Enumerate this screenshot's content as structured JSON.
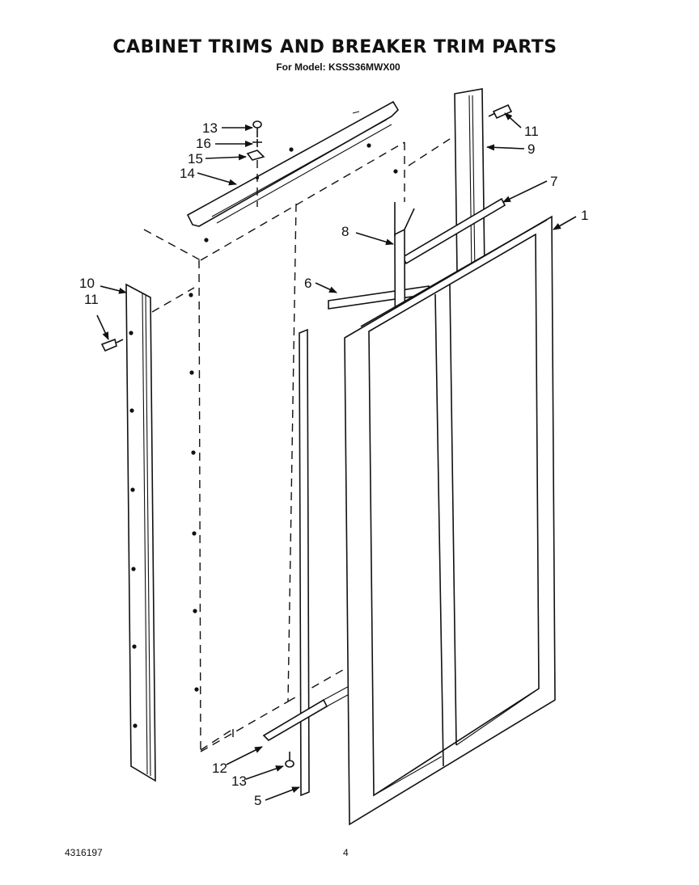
{
  "header": {
    "title": "CABINET TRIMS AND BREAKER TRIM PARTS",
    "model_line": "For Model: KSSS36MWX00"
  },
  "footer": {
    "doc_number": "4316197",
    "page_number": "4"
  },
  "callouts": {
    "c1": "1",
    "c5": "5",
    "c6": "6",
    "c7": "7",
    "c8": "8",
    "c9": "9",
    "c10": "10",
    "c11_left": "11",
    "c11_right": "11",
    "c12": "12",
    "c13_top": "13",
    "c13_bottom": "13",
    "c14": "14",
    "c15": "15",
    "c16": "16"
  }
}
